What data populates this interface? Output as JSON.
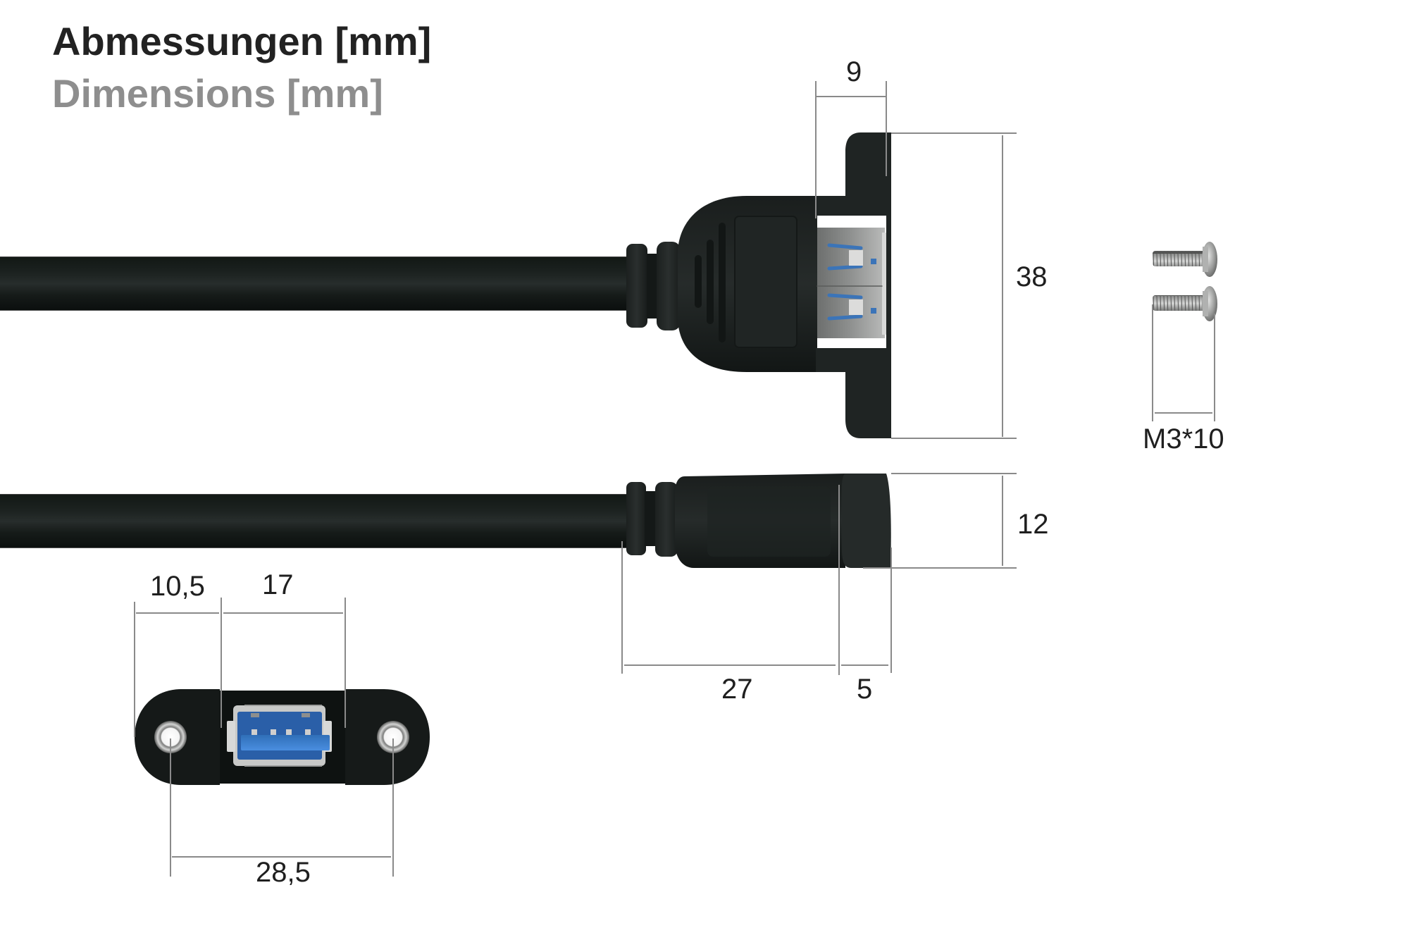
{
  "header": {
    "title_de": "Abmessungen [mm]",
    "title_en": "Dimensions [mm]"
  },
  "colors": {
    "title_primary": "#222222",
    "title_secondary": "#8e8e8e",
    "dimension_line": "#8a8a8a",
    "plastic_black": "#1c2120",
    "usb3_blue": "#3a7fd0",
    "metal": "#a9aaa8"
  },
  "views": {
    "top_view": {
      "description": "USB 3.0 panel-mount female connector, top view",
      "dimensions": {
        "flange_depth": "9",
        "flange_height": "38"
      }
    },
    "side_view": {
      "description": "USB 3.0 panel-mount female connector, side view",
      "dimensions": {
        "body_length": "27",
        "cap_length": "5",
        "thickness": "12"
      }
    },
    "front_view": {
      "description": "Front face with USB-A 3.0 port and two mounting holes",
      "dimensions": {
        "edge_to_port": "10,5",
        "port_width": "17",
        "hole_spacing": "28,5"
      }
    },
    "screws": {
      "description": "Two mounting screws",
      "label": "M3*10",
      "count": 2
    }
  }
}
